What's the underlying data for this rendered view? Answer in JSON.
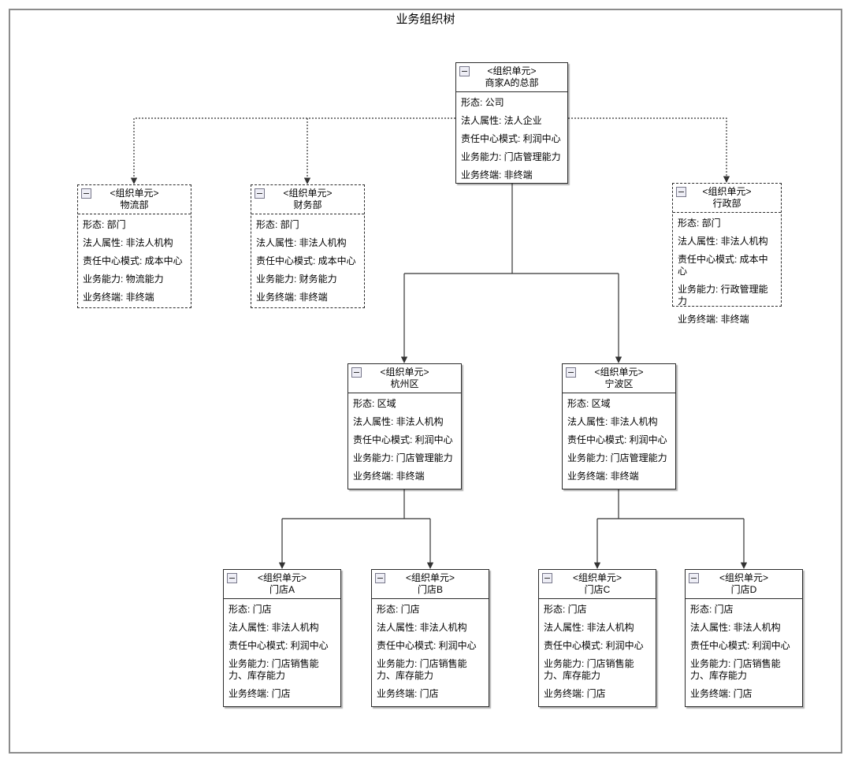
{
  "title": "业务组织树",
  "colors": {
    "line": "#333333",
    "frame_border": "#8c8c8c",
    "node_background": "#ffffff",
    "collapse_icon_background": "#eeeef6"
  },
  "icons": {
    "collapse": "minus-square-icon"
  },
  "diagram": {
    "stereotype": "<组织单元>",
    "nodes": [
      {
        "id": "hq",
        "name": "商家A的总部",
        "style": "solid",
        "fields": [
          {
            "label": "形态",
            "value": "公司"
          },
          {
            "label": "法人属性",
            "value": "法人企业"
          },
          {
            "label": "责任中心模式",
            "value": "利润中心"
          },
          {
            "label": "业务能力",
            "value": "门店管理能力"
          },
          {
            "label": "业务终端",
            "value": "非终端"
          }
        ]
      },
      {
        "id": "logistics",
        "name": "物流部",
        "style": "dashed",
        "fields": [
          {
            "label": "形态",
            "value": "部门"
          },
          {
            "label": "法人属性",
            "value": "非法人机构"
          },
          {
            "label": "责任中心模式",
            "value": "成本中心"
          },
          {
            "label": "业务能力",
            "value": "物流能力"
          },
          {
            "label": "业务终端",
            "value": "非终端"
          }
        ]
      },
      {
        "id": "finance",
        "name": "财务部",
        "style": "dashed",
        "fields": [
          {
            "label": "形态",
            "value": "部门"
          },
          {
            "label": "法人属性",
            "value": "非法人机构"
          },
          {
            "label": "责任中心模式",
            "value": "成本中心"
          },
          {
            "label": "业务能力",
            "value": "财务能力"
          },
          {
            "label": "业务终端",
            "value": "非终端"
          }
        ]
      },
      {
        "id": "admin",
        "name": "行政部",
        "style": "dashed",
        "fields": [
          {
            "label": "形态",
            "value": "部门"
          },
          {
            "label": "法人属性",
            "value": "非法人机构"
          },
          {
            "label": "责任中心模式",
            "value": "成本中心"
          },
          {
            "label": "业务能力",
            "value": "行政管理能力"
          },
          {
            "label": "业务终端",
            "value": "非终端"
          }
        ]
      },
      {
        "id": "hangzhou",
        "name": "杭州区",
        "style": "solid",
        "fields": [
          {
            "label": "形态",
            "value": "区域"
          },
          {
            "label": "法人属性",
            "value": "非法人机构"
          },
          {
            "label": "责任中心模式",
            "value": "利润中心"
          },
          {
            "label": "业务能力",
            "value": "门店管理能力"
          },
          {
            "label": "业务终端",
            "value": "非终端"
          }
        ]
      },
      {
        "id": "ningbo",
        "name": "宁波区",
        "style": "solid",
        "fields": [
          {
            "label": "形态",
            "value": "区域"
          },
          {
            "label": "法人属性",
            "value": "非法人机构"
          },
          {
            "label": "责任中心模式",
            "value": "利润中心"
          },
          {
            "label": "业务能力",
            "value": "门店管理能力"
          },
          {
            "label": "业务终端",
            "value": "非终端"
          }
        ]
      },
      {
        "id": "storeA",
        "name": "门店A",
        "style": "solid",
        "fields": [
          {
            "label": "形态",
            "value": "门店"
          },
          {
            "label": "法人属性",
            "value": "非法人机构"
          },
          {
            "label": "责任中心模式",
            "value": "利润中心"
          },
          {
            "label": "业务能力",
            "value": "门店销售能力、库存能力"
          },
          {
            "label": "业务终端",
            "value": "门店"
          }
        ]
      },
      {
        "id": "storeB",
        "name": "门店B",
        "style": "solid",
        "fields": [
          {
            "label": "形态",
            "value": "门店"
          },
          {
            "label": "法人属性",
            "value": "非法人机构"
          },
          {
            "label": "责任中心模式",
            "value": "利润中心"
          },
          {
            "label": "业务能力",
            "value": "门店销售能力、库存能力"
          },
          {
            "label": "业务终端",
            "value": "门店"
          }
        ]
      },
      {
        "id": "storeC",
        "name": "门店C",
        "style": "solid",
        "fields": [
          {
            "label": "形态",
            "value": "门店"
          },
          {
            "label": "法人属性",
            "value": "非法人机构"
          },
          {
            "label": "责任中心模式",
            "value": "利润中心"
          },
          {
            "label": "业务能力",
            "value": "门店销售能力、库存能力"
          },
          {
            "label": "业务终端",
            "value": "门店"
          }
        ]
      },
      {
        "id": "storeD",
        "name": "门店D",
        "style": "solid",
        "fields": [
          {
            "label": "形态",
            "value": "门店"
          },
          {
            "label": "法人属性",
            "value": "非法人机构"
          },
          {
            "label": "责任中心模式",
            "value": "利润中心"
          },
          {
            "label": "业务能力",
            "value": "门店销售能力、库存能力"
          },
          {
            "label": "业务终端",
            "value": "门店"
          }
        ]
      }
    ],
    "edges": [
      {
        "from": "hq",
        "to": "logistics",
        "style": "dashed"
      },
      {
        "from": "hq",
        "to": "finance",
        "style": "dashed"
      },
      {
        "from": "hq",
        "to": "admin",
        "style": "dashed"
      },
      {
        "from": "hq",
        "to": "hangzhou",
        "style": "solid"
      },
      {
        "from": "hq",
        "to": "ningbo",
        "style": "solid"
      },
      {
        "from": "hangzhou",
        "to": "storeA",
        "style": "solid"
      },
      {
        "from": "hangzhou",
        "to": "storeB",
        "style": "solid"
      },
      {
        "from": "ningbo",
        "to": "storeC",
        "style": "solid"
      },
      {
        "from": "ningbo",
        "to": "storeD",
        "style": "solid"
      }
    ]
  }
}
